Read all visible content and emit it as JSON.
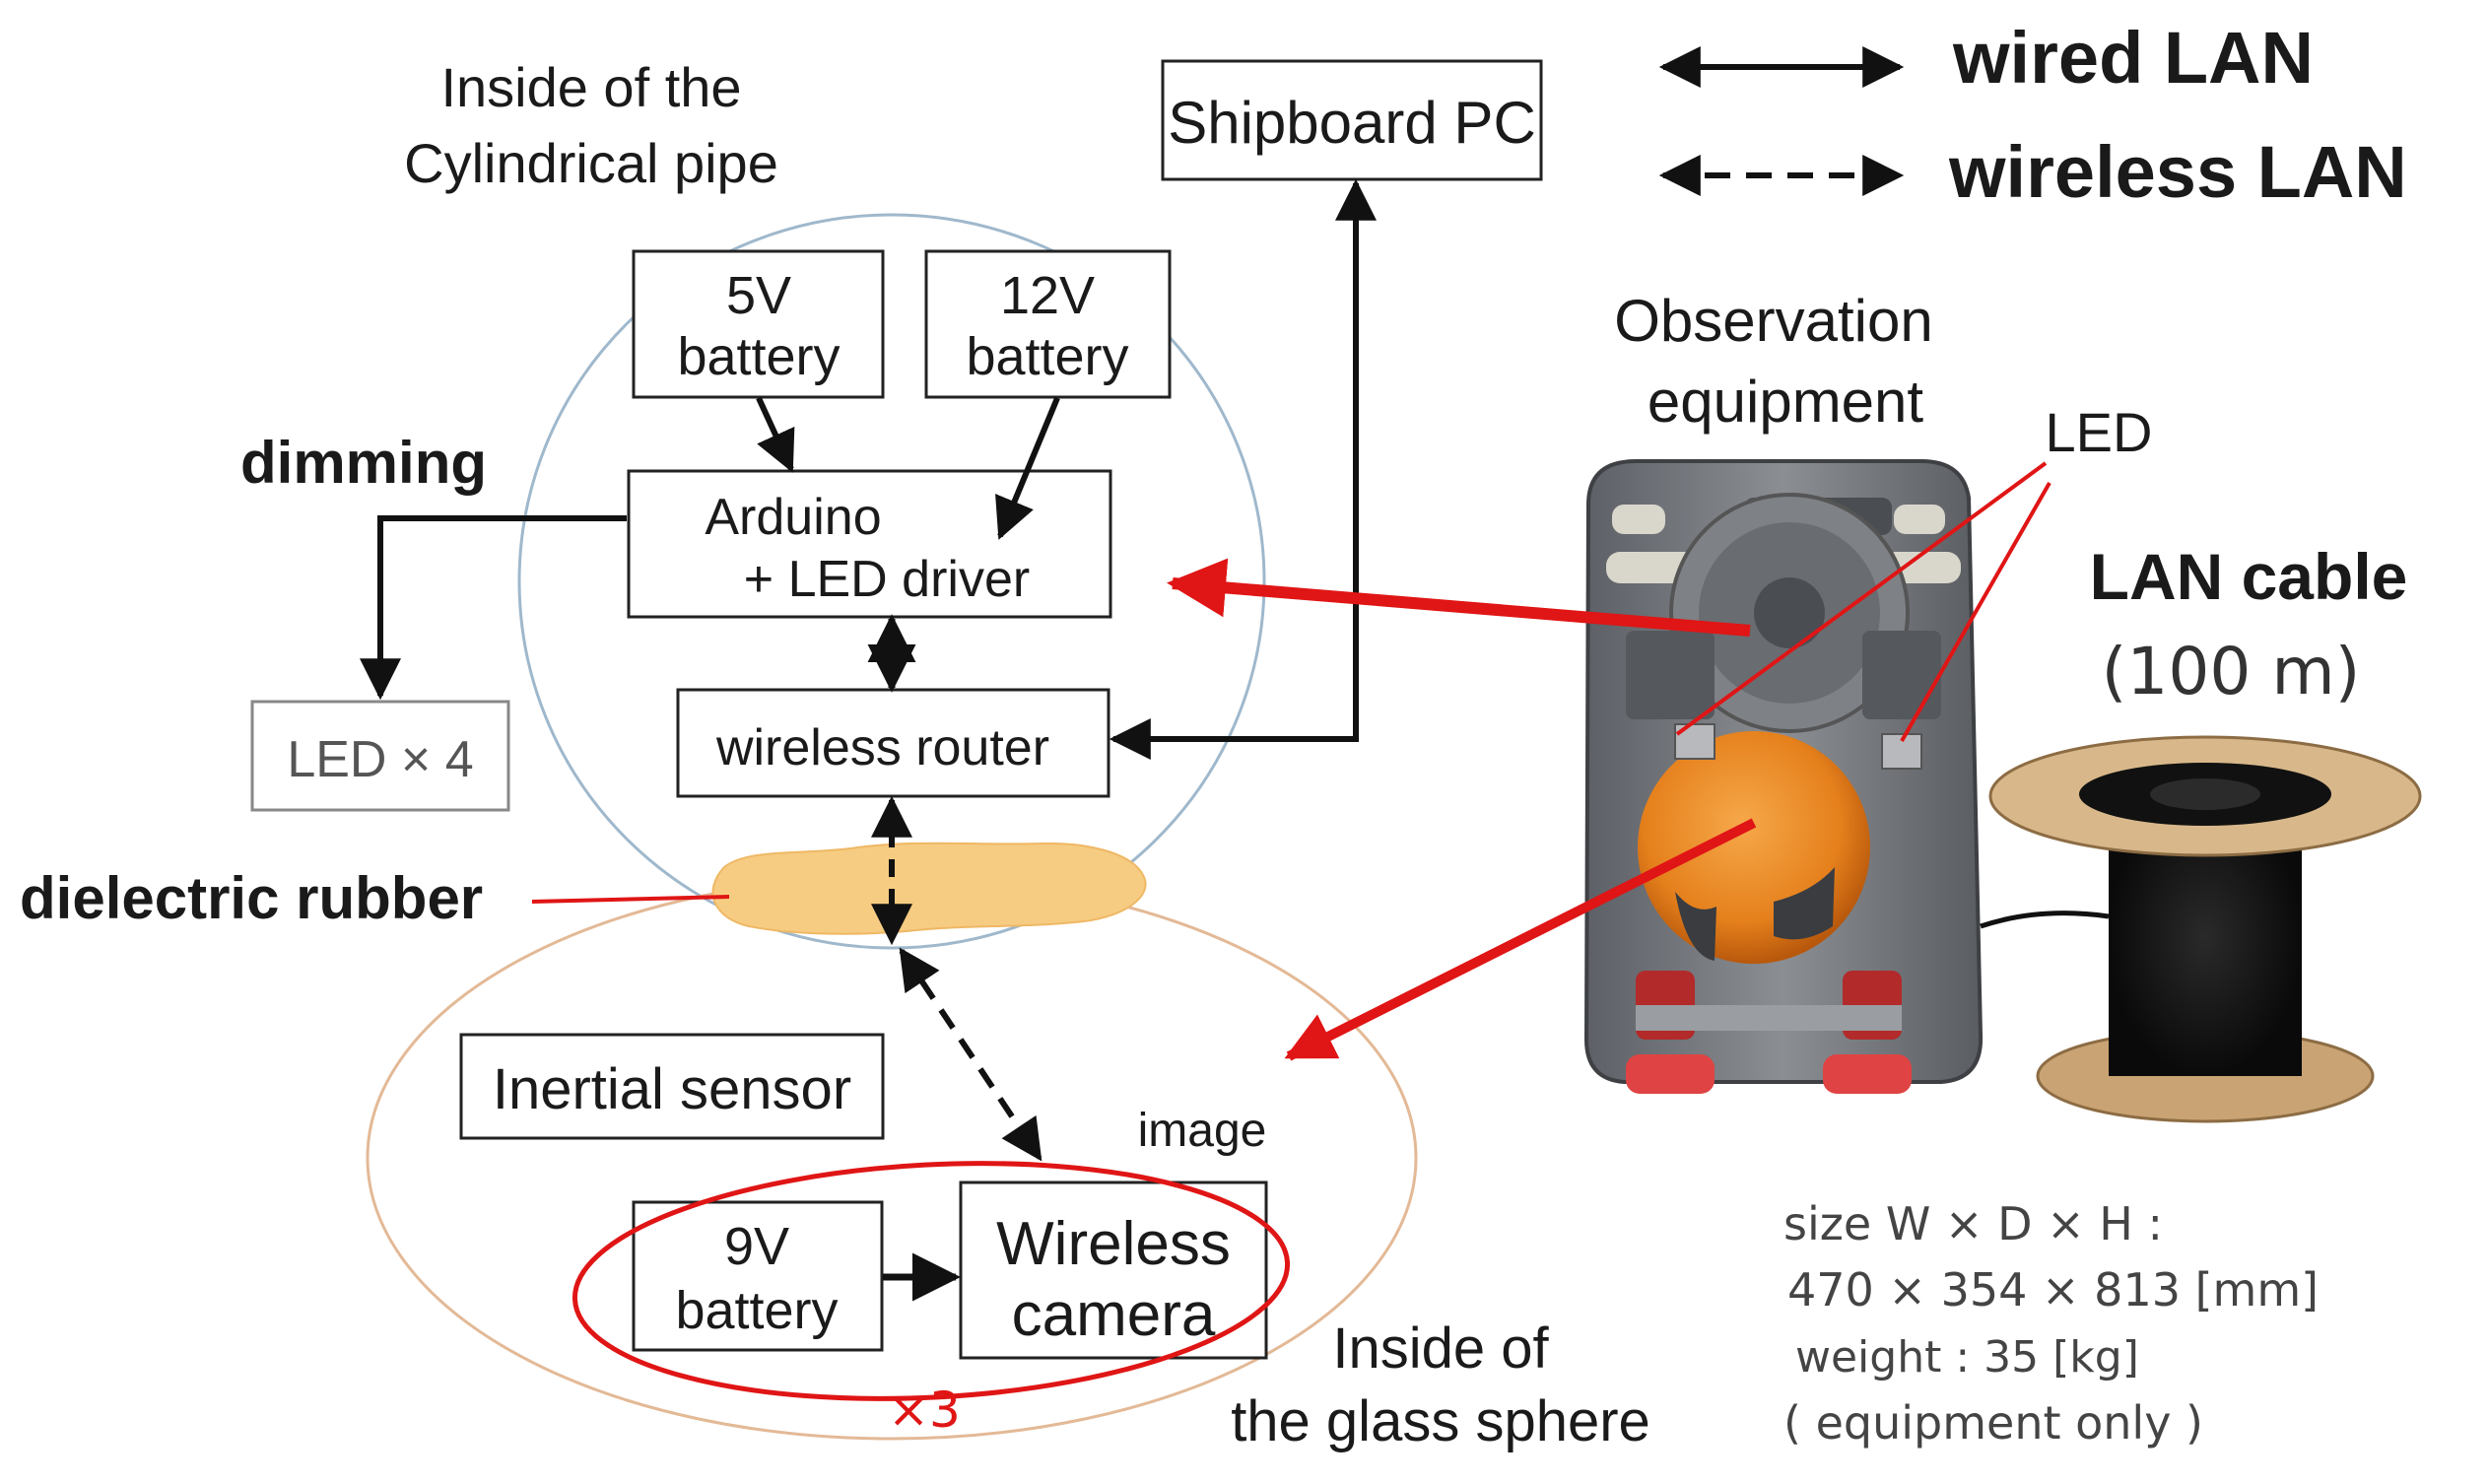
{
  "legend": {
    "wired": "wired LAN",
    "wireless": "wireless LAN"
  },
  "cylinder": {
    "title_line1": "Inside of the",
    "title_line2": "Cylindrical pipe"
  },
  "sphere": {
    "title_line1": "Inside of",
    "title_line2": "the glass sphere"
  },
  "boxes": {
    "shipboard_pc": "Shipboard PC",
    "battery_5v_line1": "5V",
    "battery_5v_line2": "battery",
    "battery_12v_line1": "12V",
    "battery_12v_line2": "battery",
    "arduino_line1": "Arduino",
    "arduino_line2": "+ LED driver",
    "wireless_router": "wireless router",
    "led_x4": "LED × 4",
    "inertial_sensor": "Inertial sensor",
    "battery_9v_line1": "9V",
    "battery_9v_line2": "battery",
    "camera_line1": "Wireless",
    "camera_line2": "camera"
  },
  "labels": {
    "dimming": "dimming",
    "dielectric_rubber": "dielectric rubber",
    "image": "image",
    "times3": "×3",
    "observation_line1": "Observation",
    "observation_line2": "equipment",
    "led": "LED",
    "lan_cable_line1": "LAN cable",
    "lan_cable_line2": "(100 m)"
  },
  "specs": {
    "line1": "size   W × D × H :",
    "line2": "470 × 354 × 813 [mm]",
    "line3": "weight : 35 [kg]",
    "line4": "( equipment only )"
  },
  "colors": {
    "red": "#e01515",
    "rubber": "#f6cc82",
    "frame": "#7a7d82",
    "sphere_orange": "#e88a24",
    "cylinder_outline": "#9fb8cc",
    "sphere_outline": "#e3b996"
  }
}
